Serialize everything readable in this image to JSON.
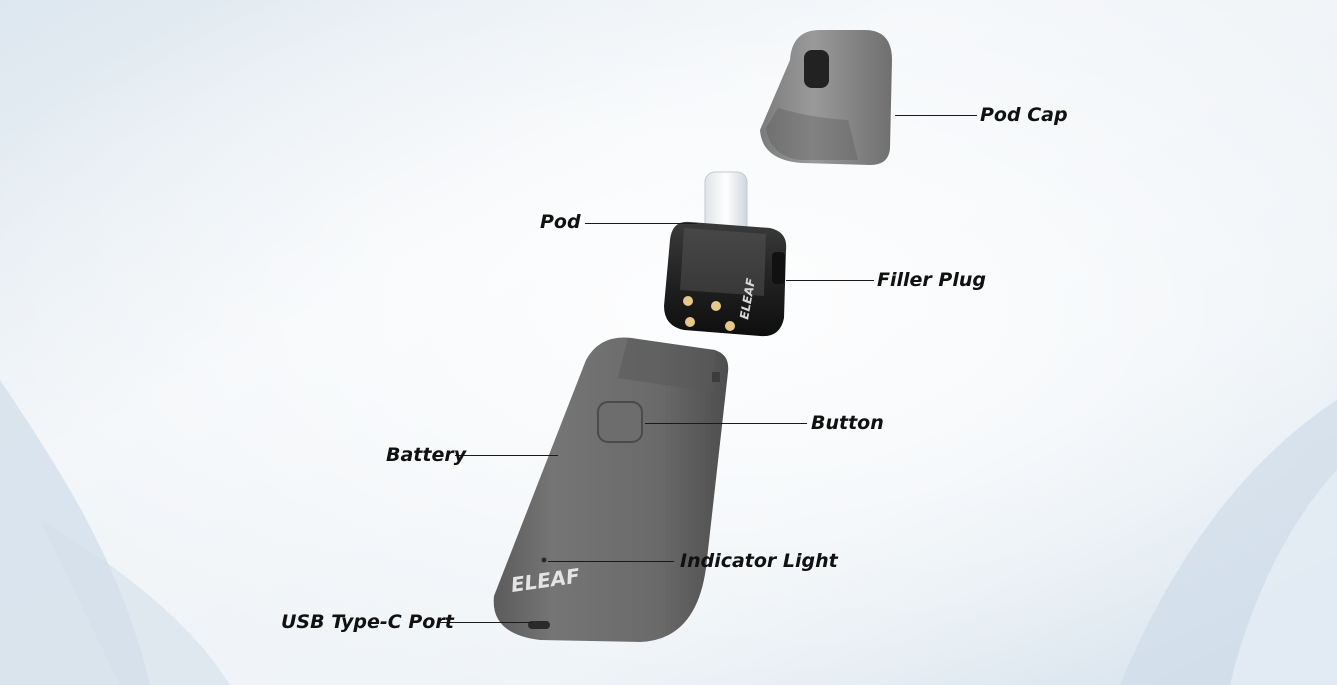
{
  "brand": {
    "logo_text": "ELEAF"
  },
  "colors": {
    "background": "#eef3f7",
    "device_body": "#6e6e6e",
    "pod_cap": "#8c8c8c",
    "pod_tank": "#1c1c1c",
    "label_text": "#111111"
  },
  "labels": {
    "pod_cap": "Pod Cap",
    "pod": "Pod",
    "filler_plug": "Filler Plug",
    "button": "Button",
    "battery": "Battery",
    "indicator_light": "Indicator Light",
    "usb_port": "USB Type-C Port"
  }
}
